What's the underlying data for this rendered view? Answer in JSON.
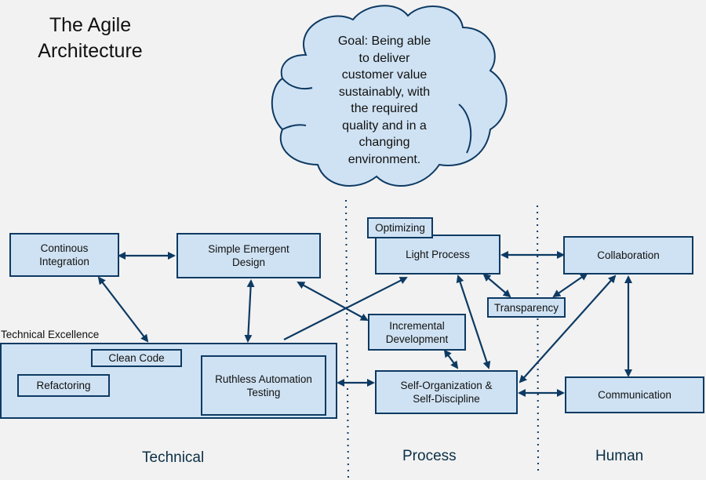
{
  "title": {
    "line1": "The Agile",
    "line2": "Architecture"
  },
  "goal": {
    "lines": [
      "Goal: Being able",
      "to deliver",
      "customer value",
      "sustainably, with",
      "the required",
      "quality and in a",
      "changing",
      "environment."
    ]
  },
  "columns": {
    "technical": "Technical",
    "process": "Process",
    "human": "Human"
  },
  "groups": {
    "technical_excellence": "Technical Excellence"
  },
  "nodes": {
    "continuous_integration": {
      "line1": "Continous",
      "line2": "Integration"
    },
    "simple_emergent_design": {
      "line1": "Simple Emergent",
      "line2": "Design"
    },
    "clean_code": {
      "line1": "Clean Code"
    },
    "refactoring": {
      "line1": "Refactoring"
    },
    "ruthless_automation_testing": {
      "line1": "Ruthless Automation",
      "line2": "Testing"
    },
    "optimizing": {
      "line1": "Optimizing"
    },
    "light_process": {
      "line1": "Light Process"
    },
    "transparency": {
      "line1": "Transparency"
    },
    "incremental_development": {
      "line1": "Incremental",
      "line2": "Development"
    },
    "self_organization": {
      "line1": "Self-Organization &",
      "line2": "Self-Discipline"
    },
    "collaboration": {
      "line1": "Collaboration"
    },
    "communication": {
      "line1": "Communication"
    }
  },
  "colors": {
    "background": "#f2f2f2",
    "box_fill": "#cfe2f3",
    "stroke": "#0d3a63",
    "column_label": "#0b2f45"
  }
}
